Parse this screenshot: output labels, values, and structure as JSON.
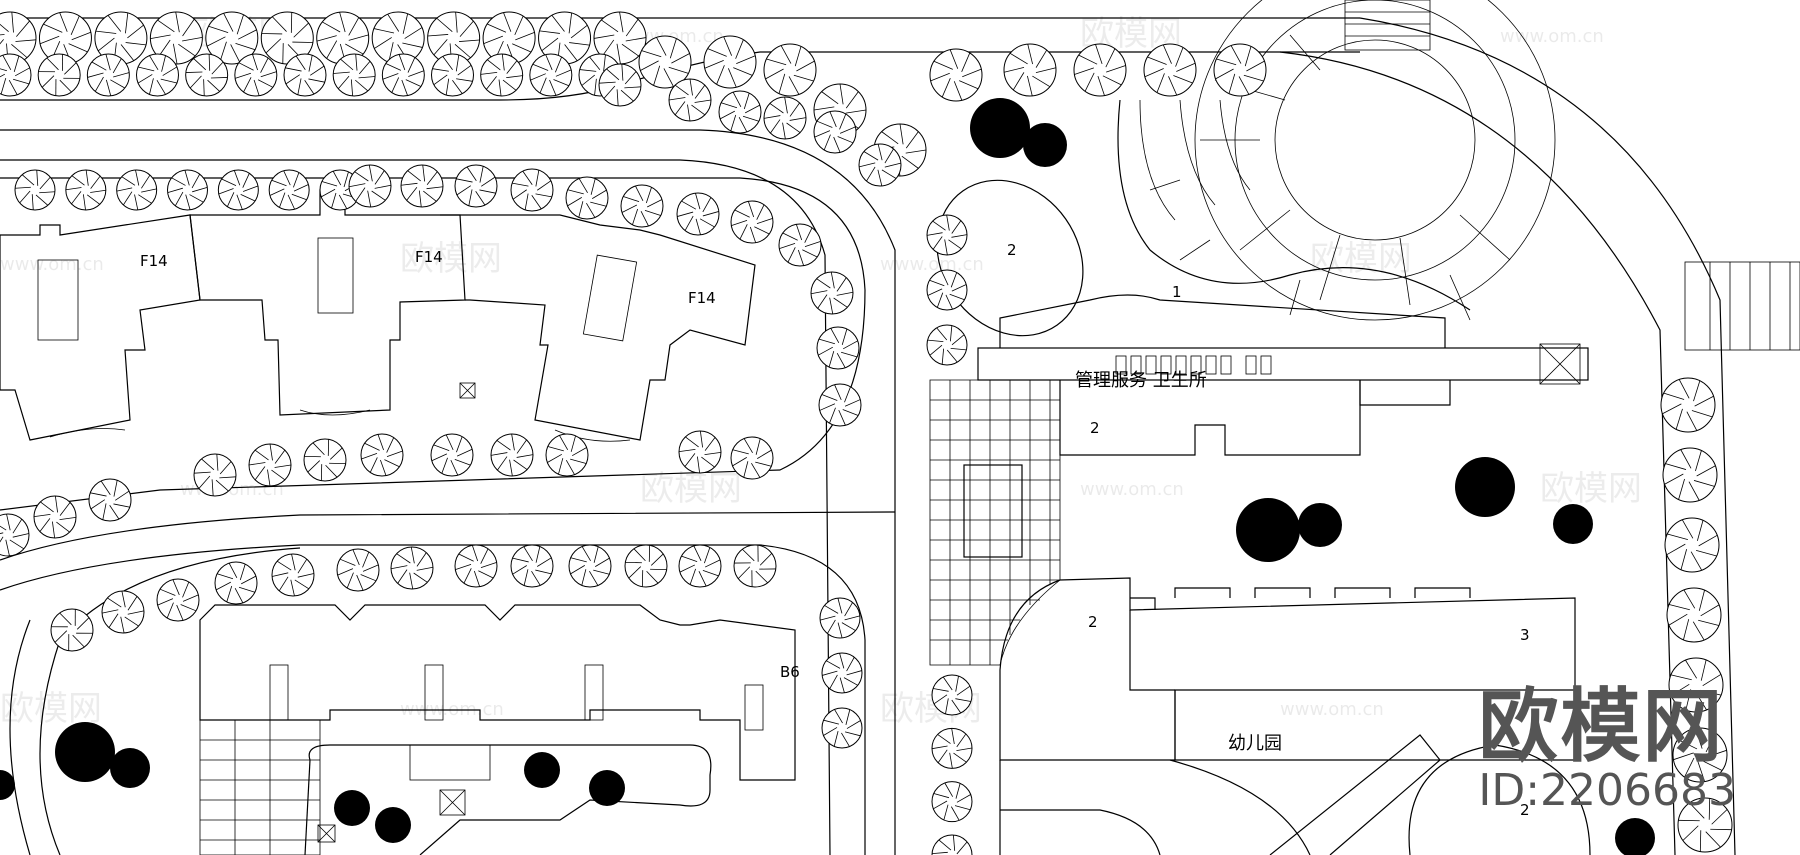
{
  "labels": {
    "f14_a": "F14",
    "f14_b": "F14",
    "f14_c": "F14",
    "b6": "B6",
    "zone_1": "1",
    "zone_2_oval": "2",
    "zone_2_mgmt": "2",
    "zone_2_kg": "2",
    "zone_2_bottom": "2",
    "zone_3": "3",
    "management_clinic": "管理服务  卫生所",
    "kindergarten": "幼儿园"
  },
  "watermark": {
    "brand": "欧模网",
    "site": "www.om.cn",
    "id_text": "ID:2206683"
  },
  "colors": {
    "line": "#000000",
    "background": "#ffffff",
    "brand": "#555555"
  }
}
